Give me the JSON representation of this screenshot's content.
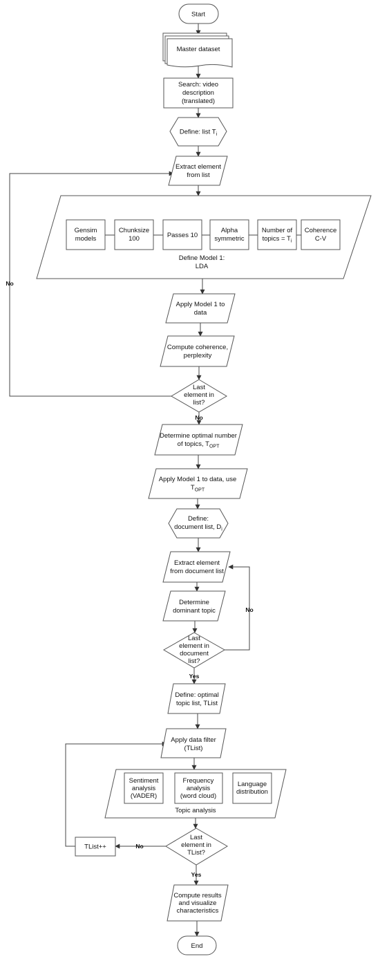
{
  "nodes": {
    "start": "Start",
    "master_dataset": "Master dataset",
    "search": [
      "Search: video",
      "description",
      "(translated)"
    ],
    "define_list": {
      "text": "Define: list T",
      "sub": "i"
    },
    "extract_element": [
      "Extract element",
      "from list"
    ],
    "gensim": [
      "Gensim",
      "models"
    ],
    "chunksize": [
      "Chunksize",
      "100"
    ],
    "passes": "Passes 10",
    "alpha": [
      "Alpha",
      "symmetric"
    ],
    "num_topics": {
      "line1": "Number of",
      "line2": "topics = T",
      "sub": "i"
    },
    "coherence": [
      "Coherence",
      "C-V"
    ],
    "define_model": [
      "Define Model 1:",
      "LDA"
    ],
    "apply_model": [
      "Apply Model 1 to",
      "data"
    ],
    "compute_coherence": [
      "Compute coherence,",
      "perplexity"
    ],
    "last_element": [
      "Last",
      "element in",
      "list?"
    ],
    "determine_optimal": {
      "line1": "Determine optimal number",
      "line2": "of topics, T",
      "sub": "OPT"
    },
    "apply_topt": {
      "line1": "Apply Model 1 to data, use",
      "line2": "T",
      "sub": "OPT"
    },
    "define_doc_list": {
      "line1": "Define:",
      "line2": "document list, D",
      "sub": "i"
    },
    "extract_doc": [
      "Extract element",
      "from document list"
    ],
    "dominant_topic": [
      "Determine",
      "dominant topic"
    ],
    "last_doc": [
      "Last",
      "element in",
      "document",
      "list?"
    ],
    "define_topic_list": [
      "Define: optimal",
      "topic list, TList"
    ],
    "apply_filter": [
      "Apply data filter",
      "(TList)"
    ],
    "sentiment": [
      "Sentiment",
      "analysis",
      "(VADER)"
    ],
    "frequency": [
      "Frequency",
      "analysis",
      "(word cloud)"
    ],
    "language": [
      "Language",
      "distribution"
    ],
    "topic_analysis": "Topic analysis",
    "last_tlist": [
      "Last",
      "element in",
      "TList?"
    ],
    "tlist_inc": "TList++",
    "compute_results": [
      "Compute results",
      "and visualize",
      "characteristics"
    ],
    "end": "End"
  },
  "edge_labels": {
    "loop1_no": "No",
    "down1_no": "No",
    "loop2_no": "No",
    "down2_yes": "Yes",
    "loop3_no": "No",
    "down3_yes": "Yes"
  }
}
